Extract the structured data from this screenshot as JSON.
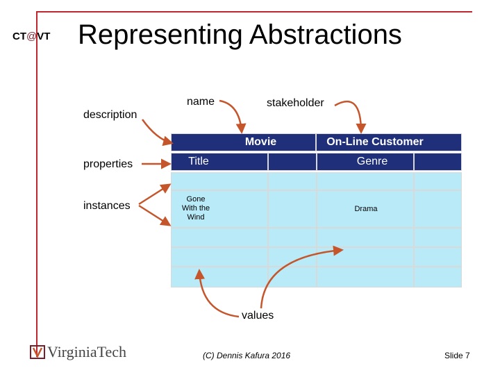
{
  "header": {
    "corner_prefix": "CT",
    "corner_at": "@",
    "corner_suffix": "VT",
    "title": "Representing Abstractions"
  },
  "labels": {
    "name": "name",
    "stakeholder": "stakeholder",
    "description": "description",
    "properties": "properties",
    "instances": "instances",
    "values": "values"
  },
  "table": {
    "header_row": [
      "Movie",
      "On-Line Customer"
    ],
    "property_row": [
      "Title",
      "Genre"
    ],
    "instance_row": [
      "Gone\nWith the\nWind",
      "Drama"
    ]
  },
  "footer": {
    "logo_text": "VirginiaTech",
    "credit": "(C) Dennis Kafura 2016",
    "slide_number": "Slide 7"
  },
  "colors": {
    "accent": "#c0262e",
    "arrow": "#c5552b",
    "header_fill": "#1f2f7a",
    "cell_fill": "#b8eaf8"
  }
}
